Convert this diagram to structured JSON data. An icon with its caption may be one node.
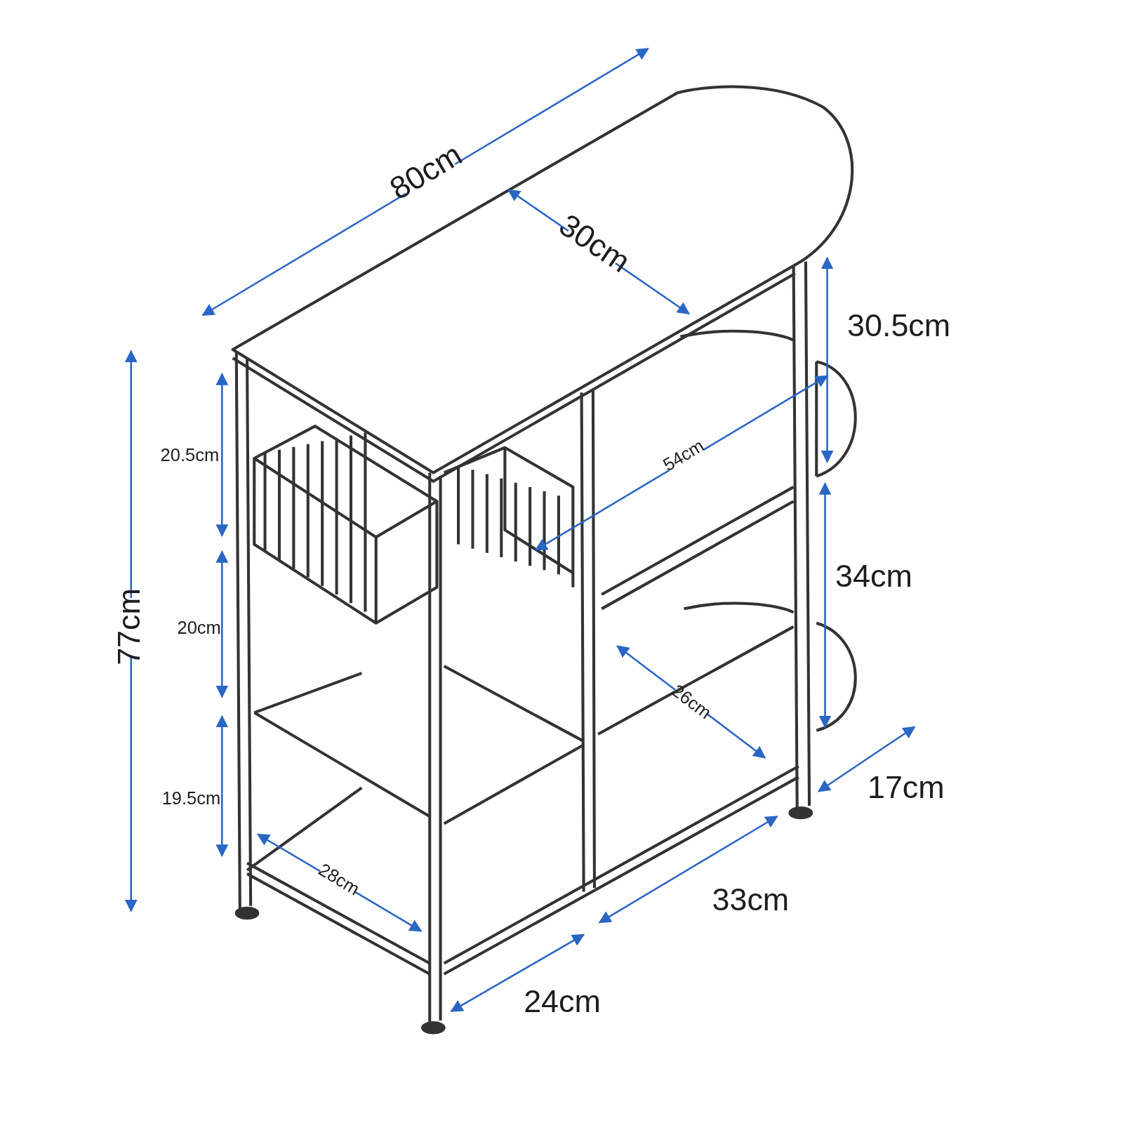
{
  "diagram": {
    "labels": [
      "80cm",
      "30cm",
      "30.5cm",
      "20.5cm",
      "54cm",
      "34cm",
      "77cm",
      "20cm",
      "26cm",
      "17cm",
      "19.5cm",
      "28cm",
      "33cm",
      "24cm"
    ]
  }
}
